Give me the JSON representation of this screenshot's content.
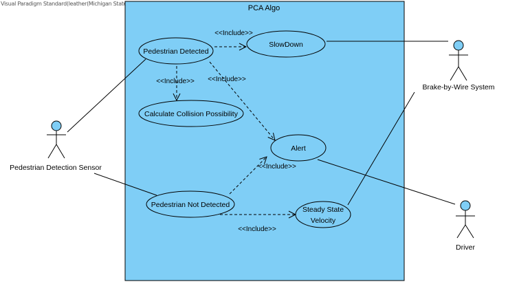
{
  "watermark": "Visual Paradigm Standard(leather(Michigan State University))",
  "system": {
    "title": "PCA Algo",
    "fill": "#7fcef6"
  },
  "usecases": {
    "pedestrian_detected": "Pedestrian Detected",
    "slow_down": "SlowDown",
    "calculate_collision": "Calculate Collision Possibility",
    "alert": "Alert",
    "pedestrian_not_detected": "Pedestrian Not Detected",
    "steady_state_line1": "Steady State",
    "steady_state_line2": "Velocity"
  },
  "actors": {
    "pedestrian_sensor": "Pedestrian Detection Sensor",
    "brake_by_wire": "Brake-by-Wire System",
    "driver": "Driver",
    "head_color": "#7fcef6"
  },
  "relations": {
    "include_slowdown": "<<Include>>",
    "include_collision": "<<Include>>",
    "include_alert_from_detected": "<<Include>>",
    "include_alert_from_not_detected": "<<Include>>",
    "include_steady": "<<Include>>"
  }
}
